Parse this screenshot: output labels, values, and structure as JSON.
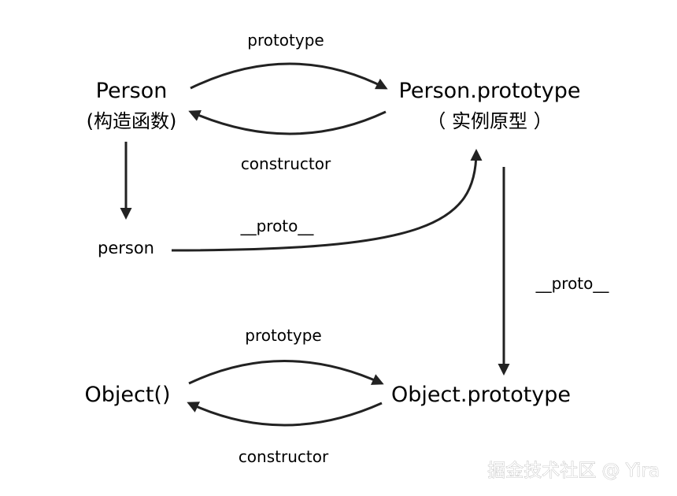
{
  "nodes": {
    "person_ctor": {
      "name": "Person",
      "note": "(构造函数)"
    },
    "person_proto": {
      "name": "Person.prototype",
      "note": "（ 实例原型 ）"
    },
    "person_instance": {
      "name": "person"
    },
    "object_ctor": {
      "name": "Object()"
    },
    "object_proto": {
      "name": "Object.prototype"
    }
  },
  "edges": {
    "person_prototype": "prototype",
    "person_constructor": "constructor",
    "person_instance_proto": "__proto__",
    "person_proto_proto": "__proto__",
    "object_prototype": "prototype",
    "object_constructor": "constructor"
  },
  "watermark": "掘金技术社区 @ Yira",
  "colors": {
    "line": "#222222",
    "text": "#1a1a1a",
    "background": "#ffffff"
  }
}
